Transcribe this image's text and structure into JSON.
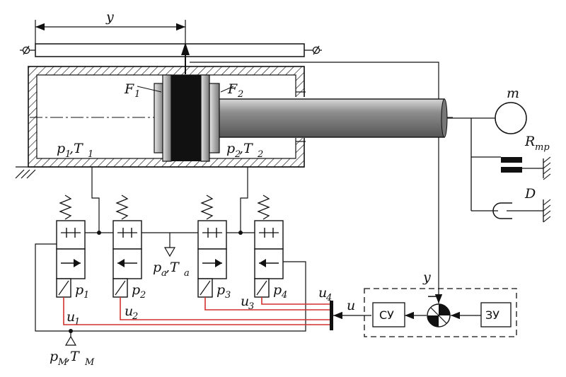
{
  "labels": {
    "y_top": "y",
    "F1": "F",
    "F1_sub": "1",
    "F2": "F",
    "F2_sub": "2",
    "m": "m",
    "R": "R",
    "R_sub": "тр",
    "D": "D",
    "p1T1": "p",
    "p1T1_sub": "1",
    "p1T1_b": ",T",
    "p1T1_sub2": "1",
    "p2T2": "p",
    "p2T2_sub": "2",
    "p2T2_b": ",T",
    "p2T2_sub2": "2",
    "pa": "p",
    "pa_sub": "a",
    "Ta": ",T",
    "Ta_sub": "a",
    "pM": "p",
    "pM_sub": "M",
    "TM": ",T",
    "TM_sub": "M",
    "y_right": "y",
    "u": "u",
    "minus": "−"
  },
  "valves": [
    {
      "p": "p",
      "p_sub": "1",
      "u": "u",
      "u_sub": "1"
    },
    {
      "p": "p",
      "p_sub": "2",
      "u": "u",
      "u_sub": "2"
    },
    {
      "p": "p",
      "p_sub": "3",
      "u": "u",
      "u_sub": "3"
    },
    {
      "p": "p",
      "p_sub": "4",
      "u": "u",
      "u_sub": "4"
    }
  ],
  "blocks": {
    "cu": "СУ",
    "zu": "ЗУ"
  },
  "colors": {
    "signal_lines": "#d0312d",
    "rod": "#9a9a9a",
    "piston": "#111111"
  }
}
